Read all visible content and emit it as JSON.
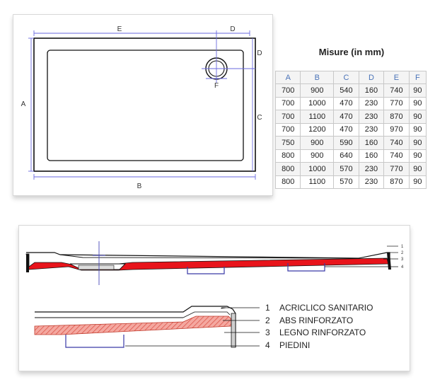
{
  "top_diagram": {
    "labels": {
      "a": "A",
      "b": "B",
      "c": "C",
      "d_top": "D",
      "d_side": "D",
      "e": "E",
      "f": "F"
    }
  },
  "table": {
    "title": "Misure (in mm)",
    "headers": [
      "A",
      "B",
      "C",
      "D",
      "E",
      "F"
    ],
    "rows": [
      [
        "700",
        "900",
        "540",
        "160",
        "740",
        "90"
      ],
      [
        "700",
        "1000",
        "470",
        "230",
        "770",
        "90"
      ],
      [
        "700",
        "1100",
        "470",
        "230",
        "870",
        "90"
      ],
      [
        "700",
        "1200",
        "470",
        "230",
        "970",
        "90"
      ],
      [
        "750",
        "900",
        "590",
        "160",
        "740",
        "90"
      ],
      [
        "800",
        "900",
        "640",
        "160",
        "740",
        "90"
      ],
      [
        "800",
        "1000",
        "570",
        "230",
        "770",
        "90"
      ],
      [
        "800",
        "1100",
        "570",
        "230",
        "870",
        "90"
      ]
    ],
    "header_color": "#4a73b8"
  },
  "section": {
    "small_numbers": [
      "1",
      "2",
      "3",
      "4"
    ],
    "legend": [
      {
        "num": "1",
        "text": "ACRICLICO SANITARIO"
      },
      {
        "num": "2",
        "text": "ABS RINFORZATO"
      },
      {
        "num": "3",
        "text": "LEGNO RINFORZATO"
      },
      {
        "num": "4",
        "text": "PIEDINI"
      }
    ],
    "colors": {
      "wood": "#e8141b",
      "feet": "#3a3aa8",
      "guide": "#5a5ac8"
    }
  }
}
